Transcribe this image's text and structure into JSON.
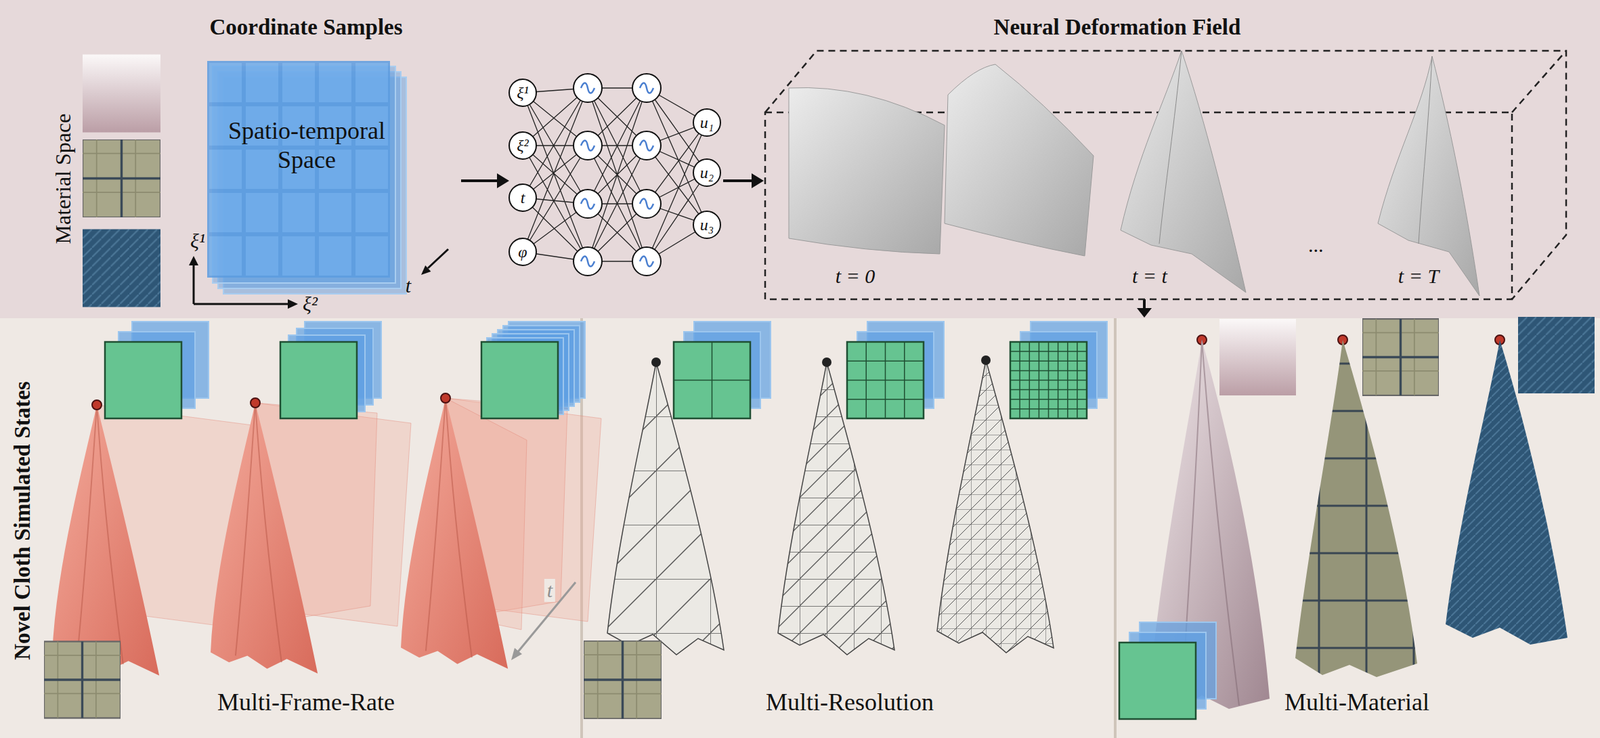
{
  "diagram": {
    "nodes": [
      {
        "text": [
          "Spatio-temporal Space"
        ]
      },
      {
        "text": [
          "ξ¹"
        ]
      },
      {
        "text": [
          "ξ²"
        ]
      },
      {
        "text": [
          "t"
        ]
      },
      {
        "text": [
          "φ"
        ]
      },
      {
        "text": [
          "u₁"
        ]
      },
      {
        "text": [
          "u₂"
        ]
      },
      {
        "text": [
          "u₃"
        ]
      },
      {
        "text": [
          "Neural Deformation Field",
          "t = 0",
          "t = t",
          "...",
          "t = T"
        ]
      },
      {
        "text": [
          "Novel Cloth Simulated States"
        ]
      },
      {
        "text": [
          "Multi-Frame-Rate"
        ],
        "in": 9
      },
      {
        "text": [
          "Multi-Resolution"
        ],
        "in": 9
      },
      {
        "text": [
          "Multi-Material"
        ],
        "in": 9
      }
    ],
    "labels": [
      "Coordinate Samples",
      "Material Space",
      "ξ¹",
      "ξ²",
      "t",
      "t"
    ]
  }
}
